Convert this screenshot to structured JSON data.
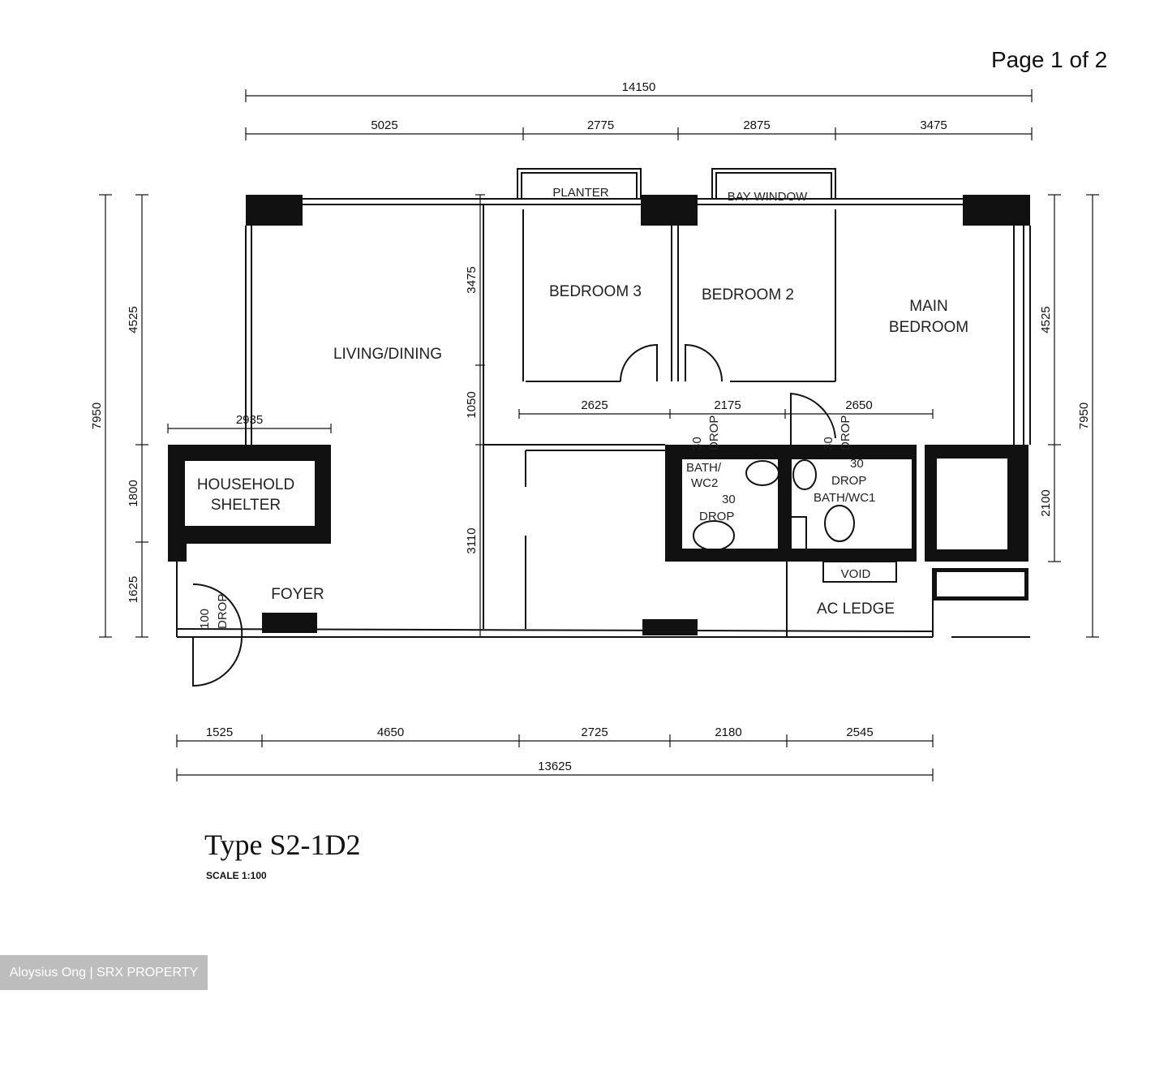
{
  "page_indicator": "Page 1 of 2",
  "plan": {
    "type_title": "Type S2-1D2",
    "scale": "SCALE 1:100",
    "rooms": {
      "living_dining": "LIVING/DINING",
      "bedroom3": "BEDROOM 3",
      "bedroom2": "BEDROOM 2",
      "main_bedroom_1": "MAIN",
      "main_bedroom_2": "BEDROOM",
      "household_shelter_1": "HOUSEHOLD",
      "household_shelter_2": "SHELTER",
      "foyer": "FOYER",
      "bath_wc2_1": "BATH/",
      "bath_wc2_2": "WC2",
      "bath_wc1": "BATH/WC1",
      "planter": "PLANTER",
      "bay_window": "BAY WINDOW",
      "void": "VOID",
      "ac_ledge": "AC LEDGE"
    },
    "drop_notes": {
      "value": "30",
      "label": "DROP",
      "foyer_value": "100"
    },
    "dimensions": {
      "top_overall": "14150",
      "top": [
        "5025",
        "2775",
        "2875",
        "3475"
      ],
      "left_overall": "7950",
      "left": [
        "4525",
        "1800",
        "1625"
      ],
      "right_overall": "7950",
      "right": [
        "4525",
        "2100"
      ],
      "bottom_overall": "13625",
      "bottom": [
        "1525",
        "4650",
        "2725",
        "2180",
        "2545"
      ],
      "shelter_width": "2935",
      "internal_vertical": [
        "3475",
        "1050",
        "3110"
      ],
      "internal_horizontal": [
        "2625",
        "2175",
        "2650"
      ]
    }
  },
  "watermark": "Aloysius Ong | SRX PROPERTY"
}
